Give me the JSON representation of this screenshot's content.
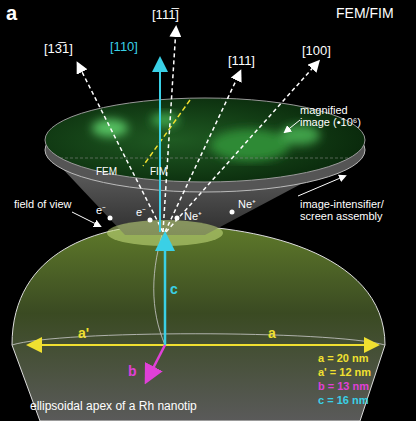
{
  "diagram": {
    "labels": [
      "a",
      "FEM/FIM",
      "[13̅1]",
      "[111̅]",
      "[110]",
      "[111]",
      "[100]",
      "magnified image (•10⁶)",
      "image-intensifier/ screen assembly",
      "FEM",
      "FIM",
      "field of view",
      "e⁻",
      "e⁻",
      "Ne⁺",
      "Ne⁺",
      "a'",
      "a",
      "b",
      "c",
      "ellipsoidal apex of a Rh nanotip",
      "a = 20 nm",
      "a' = 12 nm",
      "b = 13 nm",
      "c = 16 nm"
    ]
  }
}
